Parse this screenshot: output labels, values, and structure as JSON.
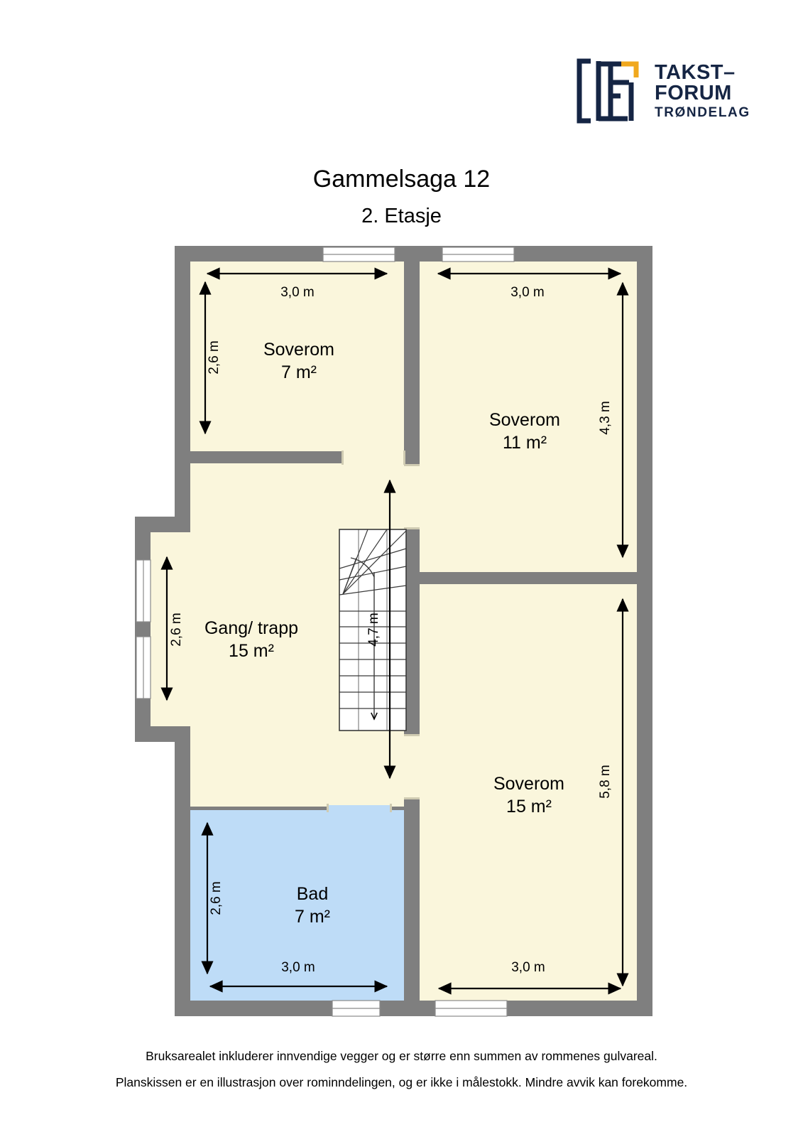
{
  "logo": {
    "line1": "TAKST–",
    "line2": "FORUM",
    "line3": "TRØNDELAG",
    "mark_color_dark": "#152544",
    "mark_color_accent": "#f0a81e"
  },
  "header": {
    "title": "Gammelsaga 12",
    "subtitle": "2. Etasje"
  },
  "colors": {
    "wall": "#7f7f7f",
    "room_fill": "#faf6dc",
    "bath_fill": "#bedcf7",
    "window": "#ffffff",
    "dimension": "#000000",
    "stair_line": "#3a3a3a"
  },
  "rooms": [
    {
      "id": "soverom-7",
      "name": "Soverom",
      "area": "7 m²",
      "width_label": "3,0 m",
      "height_label": "2,6 m"
    },
    {
      "id": "soverom-11",
      "name": "Soverom",
      "area": "11 m²",
      "width_label": "3,0 m",
      "height_label": "4,3 m"
    },
    {
      "id": "gang-trapp",
      "name": "Gang/ trapp",
      "area": "15 m²",
      "width_label": "",
      "height_label": "2,6 m"
    },
    {
      "id": "soverom-15",
      "name": "Soverom",
      "area": "15 m²",
      "width_label": "3,0 m",
      "height_label": "5,8 m"
    },
    {
      "id": "bad-7",
      "name": "Bad",
      "area": "7 m²",
      "width_label": "3,0 m",
      "height_label": "2,6 m"
    }
  ],
  "stairs": {
    "length_label": "4,7 m",
    "direction": "down"
  },
  "footer": {
    "line1": "Bruksarealet inkluderer innvendige vegger og er større enn summen av rommenes gulvareal.",
    "line2": "Planskissen er en illustrasjon over rominndelingen, og er ikke i målestokk. Mindre avvik kan forekomme."
  }
}
